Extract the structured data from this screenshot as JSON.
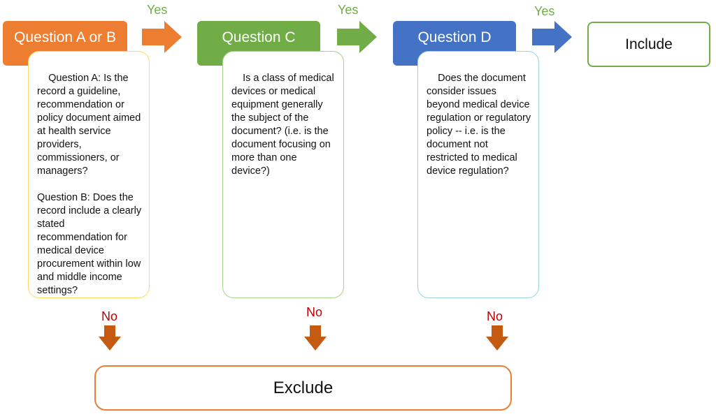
{
  "colors": {
    "orange": "#ed7d31",
    "orange_border": "#ffd966",
    "green": "#70ad47",
    "green_border": "#a9d18e",
    "blue": "#4472c4",
    "blue_border": "#9dd3d4",
    "dark_orange": "#c55a11",
    "no_red": "#c00000",
    "yes_green": "#70ad47"
  },
  "questions": [
    {
      "header": "Question A or B",
      "body": "Question A: Is the record a guideline, recommendation or policy document aimed at health service providers, commissioners, or managers?\n\nQuestion B: Does the record include a clearly stated recommendation for medical device procurement within low and middle income settings?"
    },
    {
      "header": "Question C",
      "body": "Is a class of medical devices or medical equipment generally the subject of the document? (i.e. is the document focusing on more than one device?)"
    },
    {
      "header": "Question D",
      "body": "Does the document consider issues beyond medical device regulation or regulatory policy -- i.e. is the document not restricted to medical device regulation?"
    }
  ],
  "yes_labels": [
    "Yes",
    "Yes",
    "Yes"
  ],
  "no_labels": [
    "No",
    "No",
    "No"
  ],
  "include_label": "Include",
  "exclude_label": "Exclude"
}
